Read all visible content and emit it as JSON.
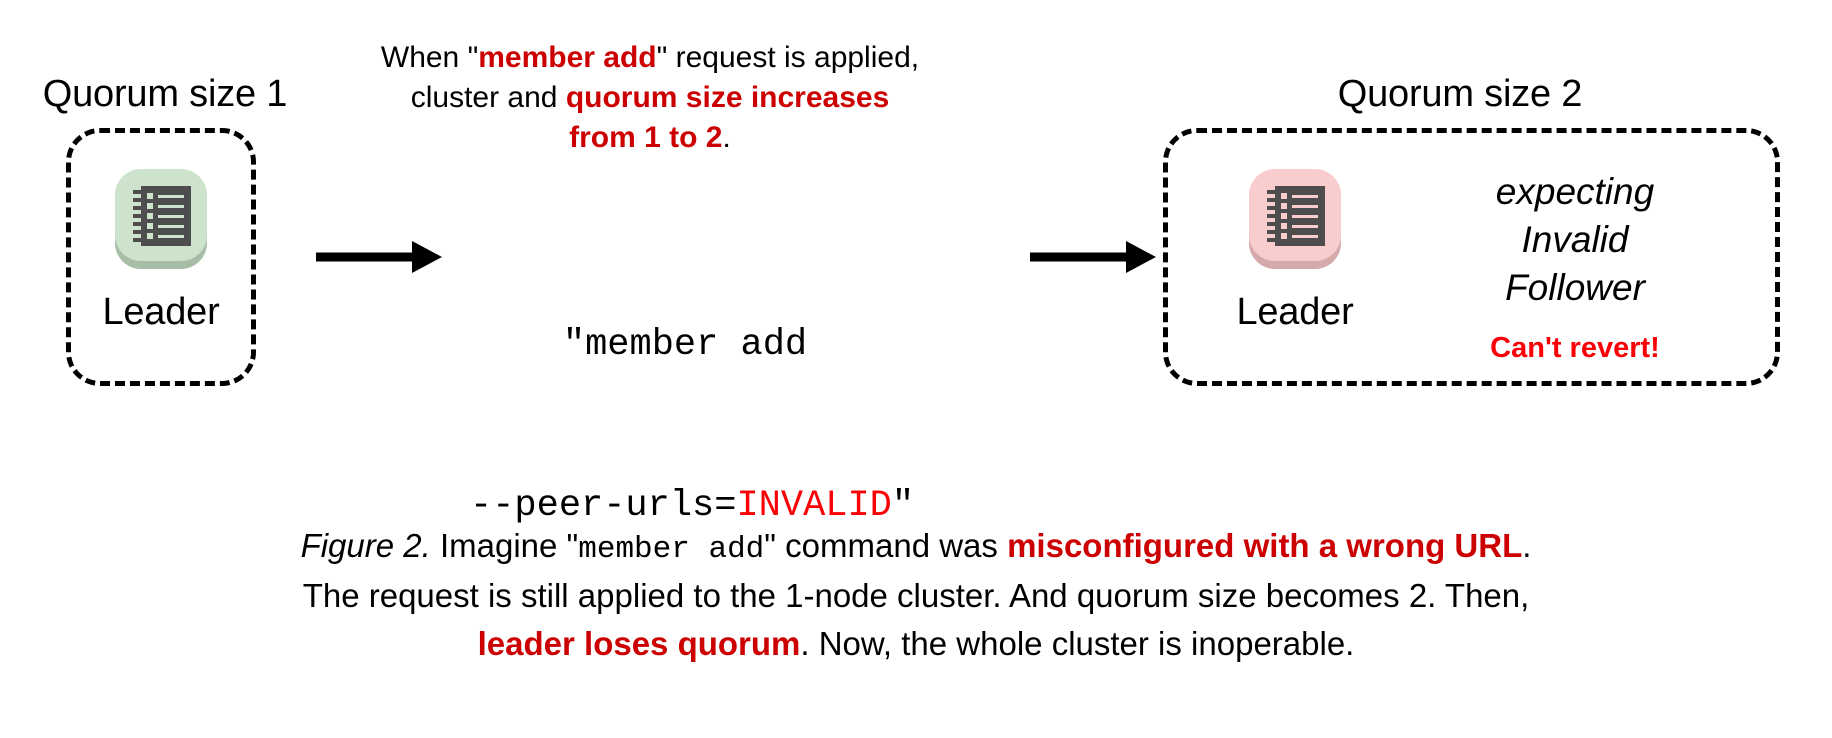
{
  "figure": {
    "type": "diagram",
    "subject": "etcd member add misconfiguration causing quorum loss"
  },
  "left_cluster": {
    "title": "Quorum size 1",
    "node": {
      "label": "Leader",
      "icon": "ledger-notebook-icon",
      "icon_tile_color": "#cde3cb",
      "icon_tile_shadow": "#a8bda6",
      "icon_body_color": "#4d4d4d",
      "icon_line_color": "#cde3cb"
    },
    "border_style": "dashed"
  },
  "right_cluster": {
    "title": "Quorum size 2",
    "node": {
      "label": "Leader",
      "icon": "ledger-notebook-icon",
      "icon_tile_color": "#f9ccce",
      "icon_tile_shadow": "#d6a9ab",
      "icon_body_color": "#4d4d4d",
      "icon_line_color": "#f9ccce"
    },
    "expecting_lines": [
      "expecting",
      "Invalid",
      "Follower"
    ],
    "warning": "Can't revert!",
    "warning_color": "#fb0007",
    "border_style": "dashed"
  },
  "top_note": {
    "line1_a": "When \"",
    "line1_b": "member add",
    "line1_c": "\" request is applied,",
    "line2_a": "cluster and ",
    "line2_b": "quorum size increases",
    "line3_b": "from 1 to 2",
    "line3_c": "."
  },
  "command": {
    "line1": "\"member add",
    "line2_prefix": "--peer-urls=",
    "line2_value": "INVALID",
    "line2_suffix": "\""
  },
  "arrows": {
    "left_arrow": "arrow-right-icon",
    "right_arrow": "arrow-right-icon"
  },
  "caption": {
    "l1_a": "Figure 2.",
    "l1_b": " Imagine \"",
    "l1_mono": "member add",
    "l1_c": "\" command was ",
    "l1_d": "misconfigured with a wrong URL",
    "l1_e": ".",
    "l2": "The request is still applied to the 1-node cluster. And quorum size becomes 2. Then,",
    "l3_a": "leader loses quorum",
    "l3_b": ". Now, the whole cluster is inoperable."
  },
  "colors": {
    "accent_red": "#cc0000",
    "bright_red": "#fb0007",
    "text_black": "#000000",
    "background": "#ffffff"
  }
}
